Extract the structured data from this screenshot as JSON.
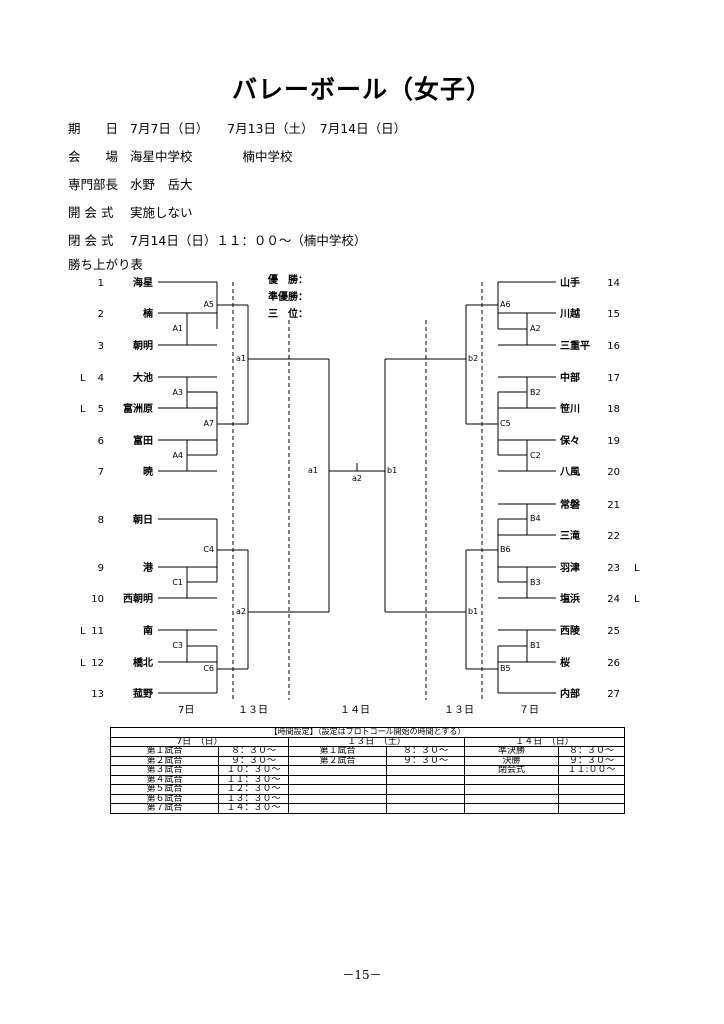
{
  "title": "バレーボール（女子）",
  "info": [
    {
      "label": "期　　日",
      "value": "7月7日（日）　　7月13日（土）　7月14日（日）"
    },
    {
      "label": "会　　場",
      "value": "海星中学校　　　　楠中学校"
    },
    {
      "label": "専門部長",
      "value": "水野　岳大"
    },
    {
      "label": "開 会 式",
      "value": "実施しない"
    },
    {
      "label": "閉 会 式",
      "value": "7月14日（日）１１：００～（楠中学校）"
    }
  ],
  "bracket_title": "勝ち上がり表",
  "places": [
    "優　勝：",
    "準優勝：",
    "三　位："
  ],
  "left_teams": [
    {
      "num": "1",
      "name": "海星",
      "mark": ""
    },
    {
      "num": "2",
      "name": "楠",
      "mark": ""
    },
    {
      "num": "3",
      "name": "朝明",
      "mark": ""
    },
    {
      "num": "4",
      "name": "大池",
      "mark": "L"
    },
    {
      "num": "5",
      "name": "富洲原",
      "mark": "L"
    },
    {
      "num": "6",
      "name": "富田",
      "mark": ""
    },
    {
      "num": "7",
      "name": "暁",
      "mark": ""
    },
    {
      "num": "8",
      "name": "朝日",
      "mark": ""
    },
    {
      "num": "9",
      "name": "港",
      "mark": ""
    },
    {
      "num": "10",
      "name": "西朝明",
      "mark": ""
    },
    {
      "num": "11",
      "name": "南",
      "mark": "L"
    },
    {
      "num": "12",
      "name": "橋北",
      "mark": "L"
    },
    {
      "num": "13",
      "name": "菰野",
      "mark": ""
    }
  ],
  "right_teams": [
    {
      "num": "14",
      "name": "山手",
      "mark": ""
    },
    {
      "num": "15",
      "name": "川越",
      "mark": ""
    },
    {
      "num": "16",
      "name": "三重平",
      "mark": ""
    },
    {
      "num": "17",
      "name": "中部",
      "mark": ""
    },
    {
      "num": "18",
      "name": "笹川",
      "mark": ""
    },
    {
      "num": "19",
      "name": "保々",
      "mark": ""
    },
    {
      "num": "20",
      "name": "八風",
      "mark": ""
    },
    {
      "num": "21",
      "name": "常磐",
      "mark": ""
    },
    {
      "num": "22",
      "name": "三滝",
      "mark": ""
    },
    {
      "num": "23",
      "name": "羽津",
      "mark": "L"
    },
    {
      "num": "24",
      "name": "塩浜",
      "mark": "L"
    },
    {
      "num": "25",
      "name": "西陵",
      "mark": ""
    },
    {
      "num": "26",
      "name": "桜",
      "mark": ""
    },
    {
      "num": "27",
      "name": "内部",
      "mark": ""
    }
  ],
  "match_labels": {
    "A1": "A1",
    "A3": "A3",
    "A4": "A4",
    "A5": "A5",
    "A7": "A7",
    "C1": "C1",
    "C3": "C3",
    "C4": "C4",
    "C6": "C6",
    "a1": "a1",
    "a2": "a2",
    "a2_final": "a2",
    "a1_semi": "a1",
    "A6": "A6",
    "A2": "A2",
    "B2": "B2",
    "C5": "C5",
    "C2": "C2",
    "B4": "B4",
    "B6": "B6",
    "B3": "B3",
    "B1": "B1",
    "B5": "B5",
    "b2": "b2",
    "b1": "b1",
    "b1_semi": "b1"
  },
  "day_labels": [
    "7日",
    "１３日",
    "１４日",
    "１３日",
    "７日"
  ],
  "schedule": {
    "caption": "【時間設定】（設定はプロトコール開始の時間とする）",
    "headers": [
      "7日　（日）",
      "１３日　（土）",
      "１４日　（日）"
    ],
    "rows": [
      [
        "第１試合",
        "８：３０～",
        "第１試合",
        "８：３０～",
        "準決勝",
        "８：３０～"
      ],
      [
        "第２試合",
        "９：３０～",
        "第２試合",
        "９：３０～",
        "決勝",
        "９：３０～"
      ],
      [
        "第３試合",
        "１０：３０～",
        "",
        "",
        "閉会式",
        "１１:００～"
      ],
      [
        "第４試合",
        "１１：３０～",
        "",
        "",
        "",
        ""
      ],
      [
        "第５試合",
        "１２：３０～",
        "",
        "",
        "",
        ""
      ],
      [
        "第６試合",
        "１３：３０～",
        "",
        "",
        "",
        ""
      ],
      [
        "第７試合",
        "１４：３０～",
        "",
        "",
        "",
        ""
      ]
    ]
  },
  "page_number": "－15－"
}
